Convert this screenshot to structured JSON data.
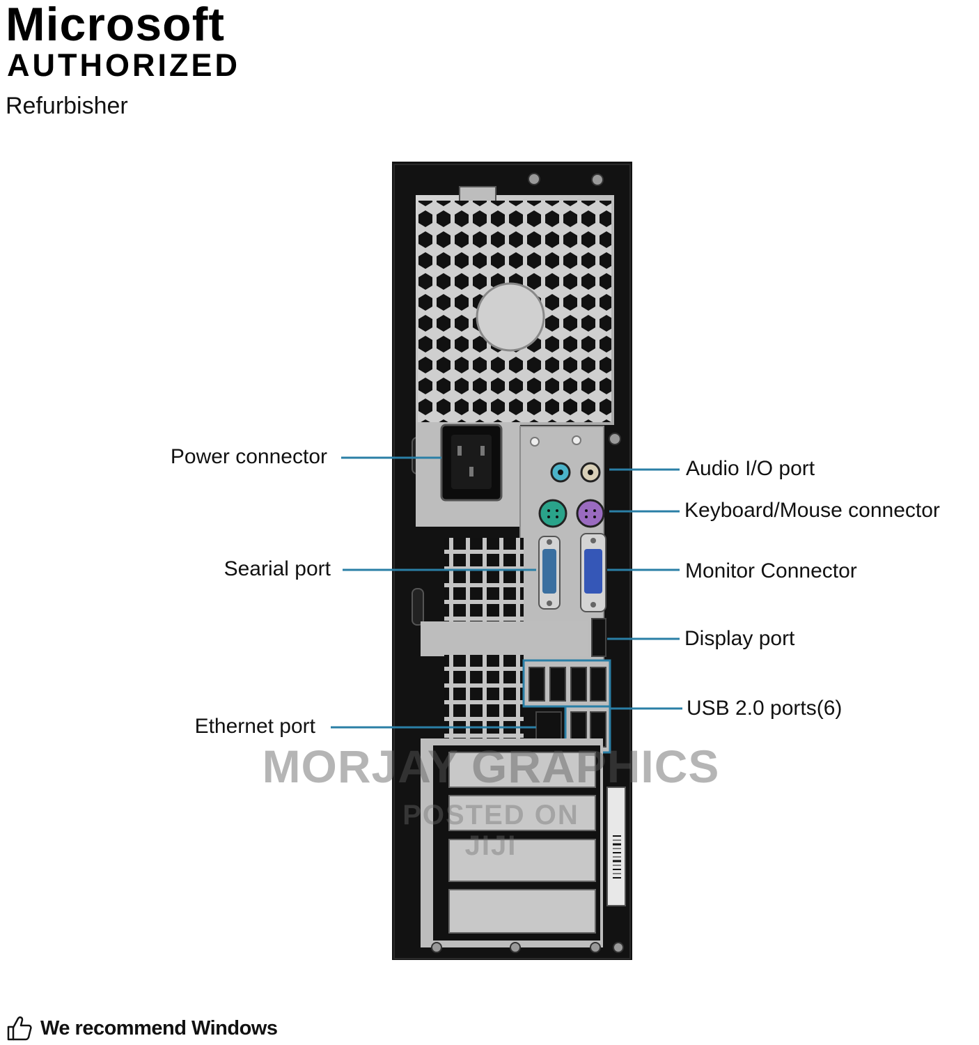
{
  "brand": {
    "line1": "Microsoft",
    "line2": "AUTHORIZED",
    "line3": "Refurbisher"
  },
  "callouts": {
    "power_connector": "Power connector",
    "serial_port": "Searial port",
    "ethernet_port": "Ethernet port",
    "audio_io_port": "Audio I/O port",
    "keyboard_mouse": "Keyboard/Mouse connector",
    "monitor_connector": "Monitor Connector",
    "display_port": "Display port",
    "usb_ports": "USB 2.0 ports(6)"
  },
  "watermark": {
    "line1": "MORJAY GRAPHICS",
    "line2": "POSTED ON JIJI"
  },
  "footer": {
    "text": "We recommend Windows",
    "icon": "thumbs-up-icon"
  },
  "colors": {
    "leader_line": "#2a7fa6",
    "case_black": "#121212",
    "panel_silver": "#b9b9b9",
    "ps2_keyboard": "#2aa38a",
    "ps2_mouse": "#9a6bc0",
    "vga_blue": "#3557b7",
    "audio_jack": "#4bb3c9"
  }
}
